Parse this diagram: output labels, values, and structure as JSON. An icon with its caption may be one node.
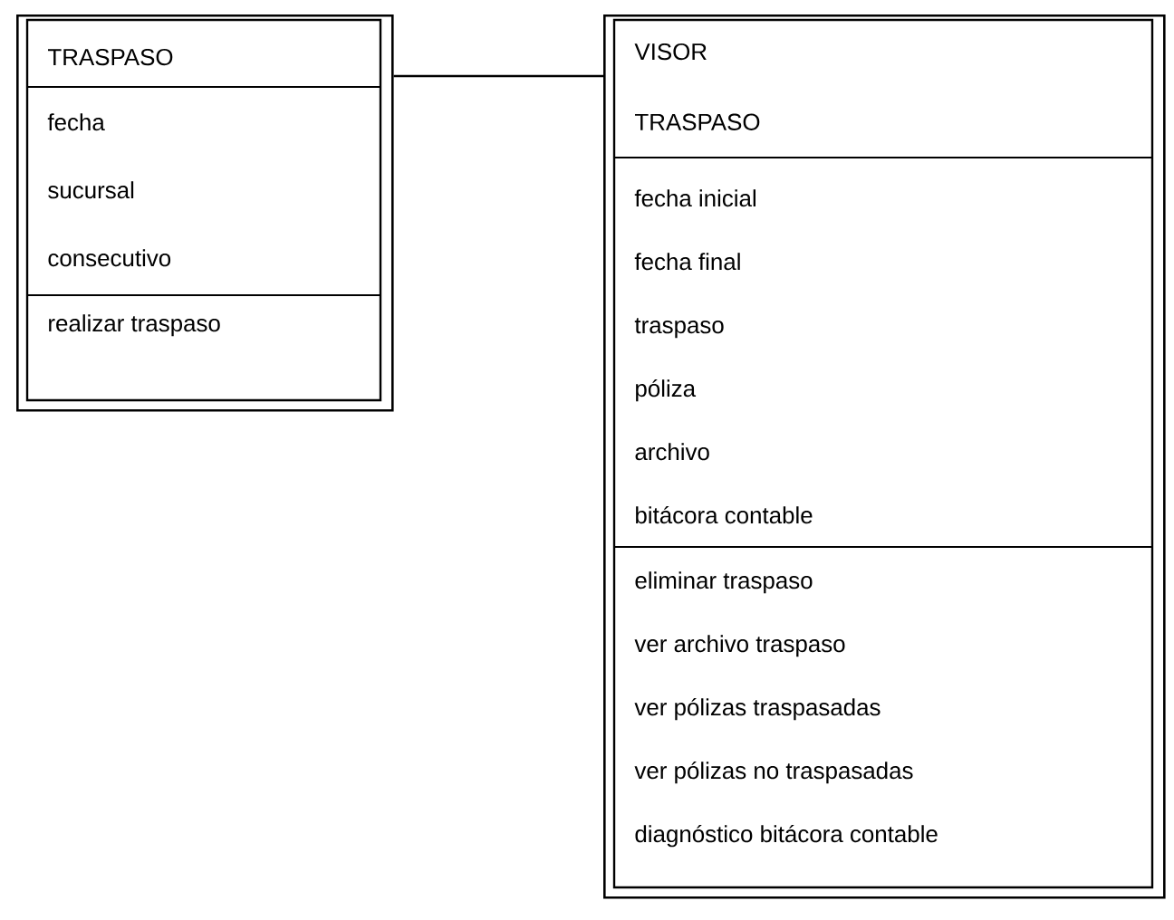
{
  "diagram": {
    "nodes": [
      {
        "text": [
          "TRASPASO",
          "fecha",
          "sucursal",
          "consecutivo",
          "realizar traspaso"
        ]
      },
      {
        "text": [
          "VISOR TRASPASO",
          "fecha inicial",
          "fecha final",
          "traspaso",
          "póliza",
          "archivo",
          "bitácora contable",
          "eliminar traspaso",
          "ver archivo traspaso",
          "ver pólizas traspasadas",
          "ver pólizas no traspasadas",
          "diagnóstico bitácora contable"
        ]
      }
    ],
    "edges": [
      {
        "from": 0,
        "to": 1,
        "arrow": "none"
      }
    ]
  }
}
